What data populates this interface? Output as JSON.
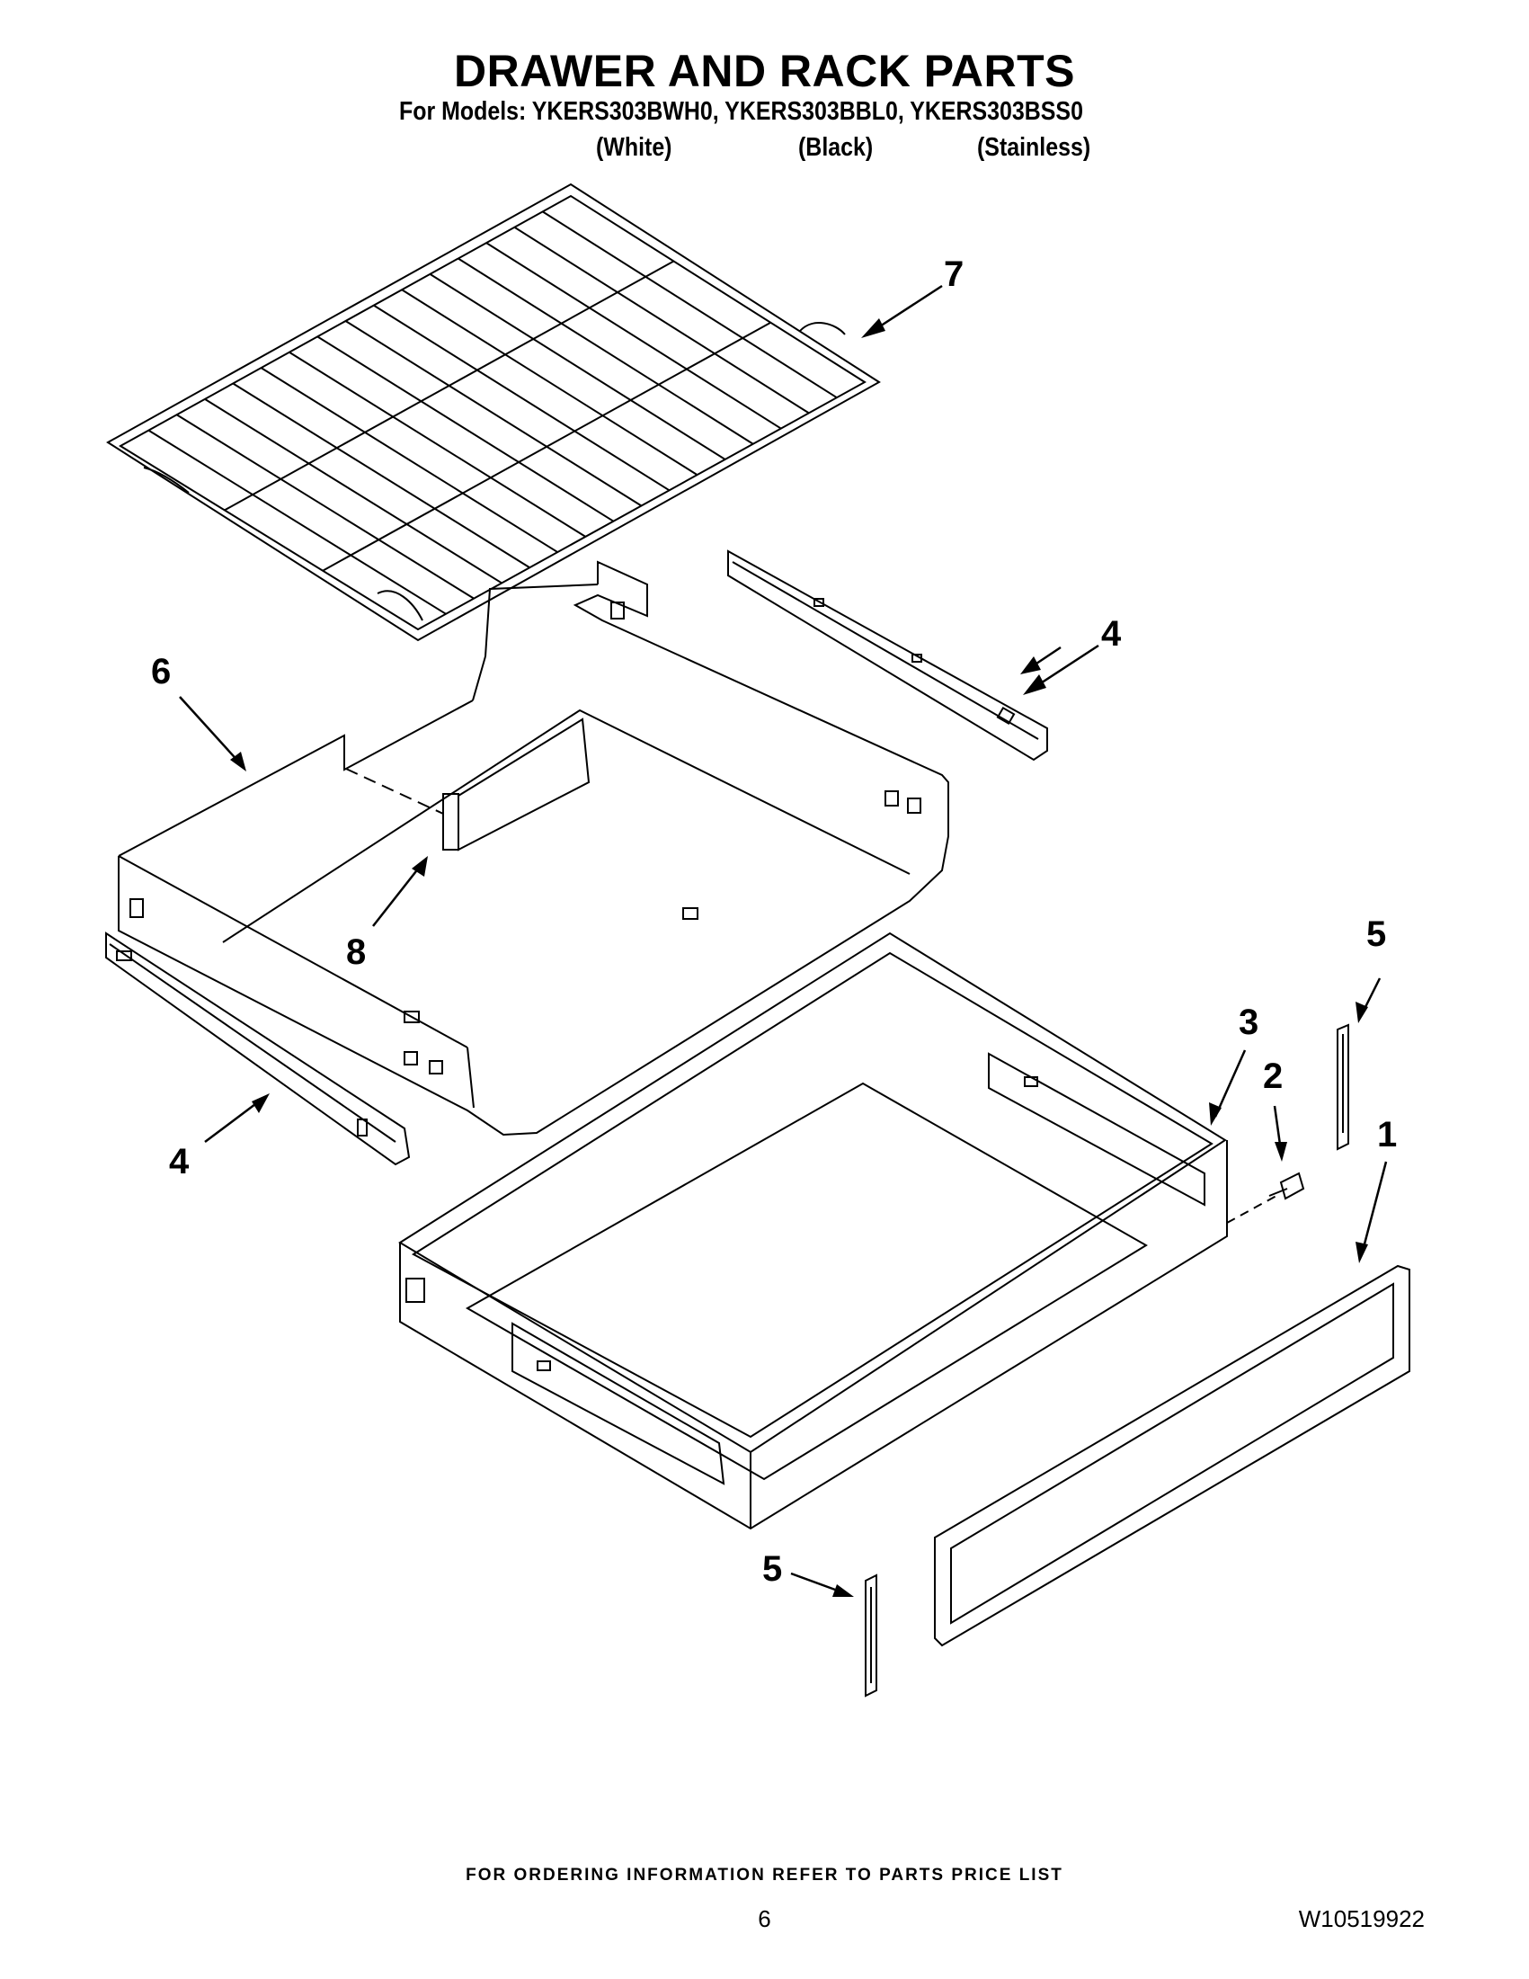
{
  "header": {
    "title": "DRAWER AND RACK PARTS",
    "models_line": "For Models: YKERS303BWH0, YKERS303BBL0, YKERS303BSS0",
    "variants": [
      "(White)",
      "(Black)",
      "(Stainless)"
    ]
  },
  "callouts": {
    "rack": "7",
    "slide_upper": "4",
    "drawer_liner": "6",
    "liner_bracket": "8",
    "slide_lower": "4",
    "glide_right": "5",
    "drawer_body": "3",
    "screw": "2",
    "drawer_front": "1",
    "glide_left": "5"
  },
  "footer": {
    "ordering_info": "FOR ORDERING INFORMATION REFER TO PARTS PRICE LIST",
    "page_number": "6",
    "doc_number": "W10519922"
  }
}
